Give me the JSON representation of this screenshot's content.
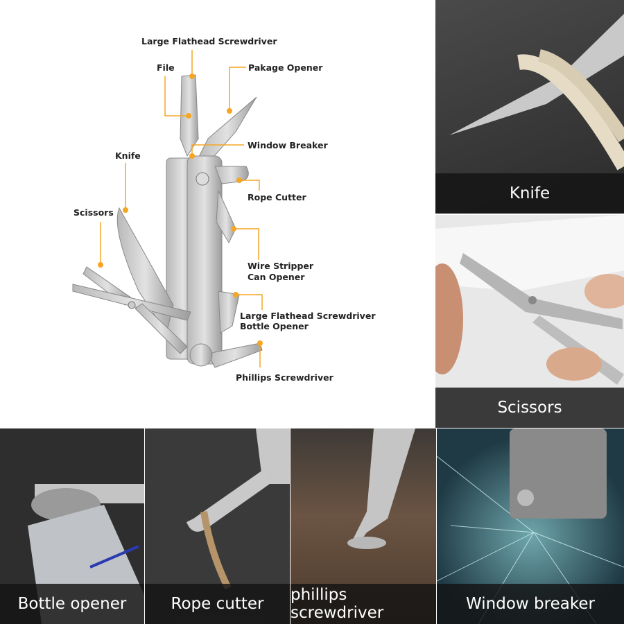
{
  "diagram": {
    "labels": {
      "large_flathead_top": "Large Flathead Screwdriver",
      "file": "File",
      "package_opener": "Pakage Opener",
      "window_breaker": "Window Breaker",
      "knife": "Knife",
      "rope_cutter": "Rope Cutter",
      "scissors": "Scissors",
      "wire_stripper": "Wire Stripper",
      "can_opener": "Can Opener",
      "large_flathead_bottom": "Large Flathead Screwdriver",
      "bottle_opener": "Bottle Opener",
      "phillips": "Phillips Screwdriver"
    },
    "accent": "#f5a623"
  },
  "panels": {
    "knife": "Knife",
    "scissors": "Scissors",
    "bottle_opener": "Bottle opener",
    "rope_cutter": "Rope cutter",
    "phillips": "phillips screwdriver",
    "window_breaker": "Window breaker"
  }
}
